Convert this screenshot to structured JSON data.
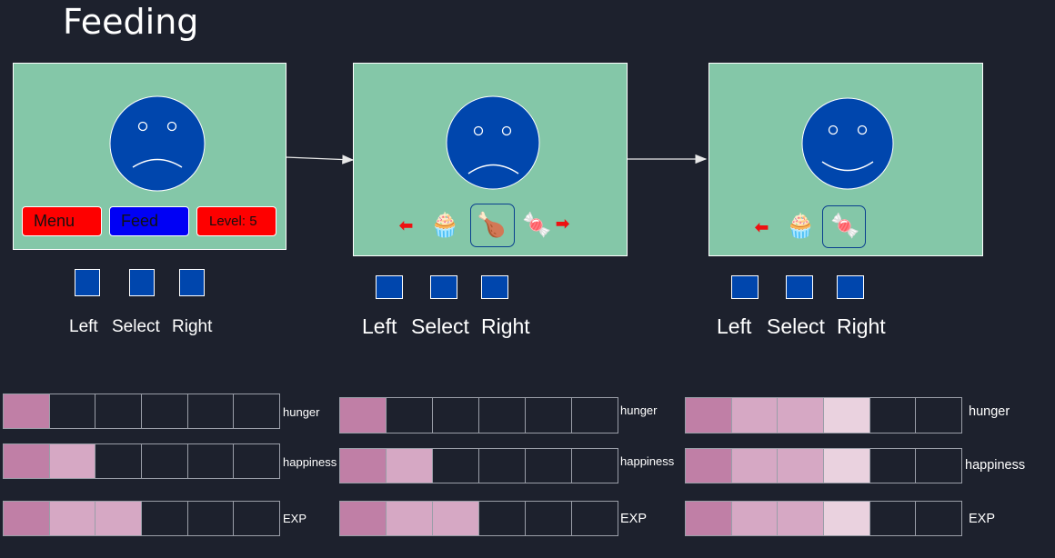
{
  "title": "Feeding",
  "colors": {
    "background": "#1d212d",
    "screen": "#84c7a8",
    "face": "#0046ad",
    "button_red": "#fe0000",
    "button_blue": "#0000f5",
    "hardware_button": "#0046ad",
    "bar_level_1": "#c07fa6",
    "bar_level_2": "#d6a8c4",
    "bar_level_3": "#ead2df"
  },
  "panels": [
    {
      "face": "sad",
      "menu": {
        "menu_label": "Menu",
        "feed_label": "Feed",
        "level_label": "Level: 5"
      },
      "hardware": {
        "left": "Left",
        "select": "Select",
        "right": "Right"
      },
      "bars": [
        {
          "label": "hunger",
          "cells": [
            1,
            0,
            0,
            0,
            0,
            0
          ]
        },
        {
          "label": "happiness",
          "cells": [
            1,
            2,
            0,
            0,
            0,
            0
          ]
        },
        {
          "label": "EXP",
          "cells": [
            1,
            2,
            2,
            0,
            0,
            0
          ]
        }
      ]
    },
    {
      "face": "sad",
      "food_selector": {
        "left_arrow_icon": "left-arrow-icon",
        "items": [
          "cupcake-icon",
          "roast-chicken-icon",
          "candy-cane-icon"
        ],
        "selected": "roast-chicken-icon",
        "right_arrow_icon": "right-arrow-icon"
      },
      "hardware": {
        "left": "Left",
        "select": "Select",
        "right": "Right"
      },
      "bars": [
        {
          "label": "hunger",
          "cells": [
            1,
            0,
            0,
            0,
            0,
            0
          ]
        },
        {
          "label": "happiness",
          "cells": [
            1,
            2,
            0,
            0,
            0,
            0
          ]
        },
        {
          "label": "EXP",
          "cells": [
            1,
            2,
            2,
            0,
            0,
            0
          ]
        }
      ]
    },
    {
      "face": "happy",
      "food_selector": {
        "left_arrow_icon": "left-arrow-icon",
        "items": [
          "cupcake-icon",
          "candy-cane-icon"
        ],
        "selected": "candy-cane-icon"
      },
      "hardware": {
        "left": "Left",
        "select": "Select",
        "right": "Right"
      },
      "bars": [
        {
          "label": "hunger",
          "cells": [
            1,
            2,
            2,
            3,
            0,
            0
          ]
        },
        {
          "label": "happiness",
          "cells": [
            1,
            2,
            2,
            3,
            0,
            0
          ]
        },
        {
          "label": "EXP",
          "cells": [
            1,
            2,
            2,
            3,
            0,
            0
          ]
        }
      ]
    }
  ]
}
